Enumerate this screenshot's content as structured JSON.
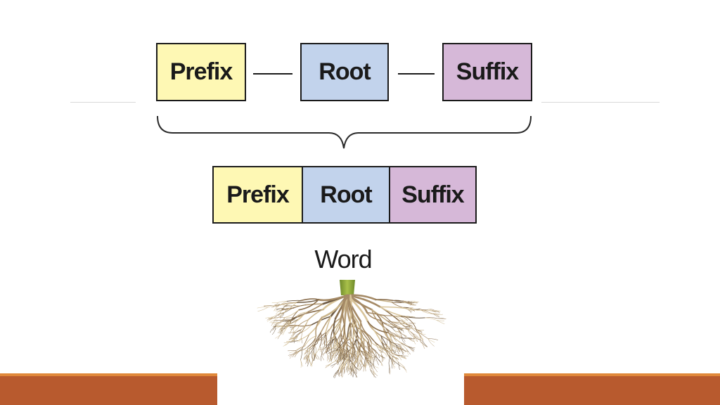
{
  "top_row": {
    "prefix": "Prefix",
    "root": "Root",
    "suffix": "Suffix"
  },
  "combined_row": {
    "prefix": "Prefix",
    "root": "Root",
    "suffix": "Suffix"
  },
  "word_label": "Word",
  "colors": {
    "prefix_fill": "#fef8b4",
    "root_fill": "#c2d3ec",
    "suffix_fill": "#d6b8d8",
    "footer_bar": "#b85a2e",
    "footer_accent": "#e0883a",
    "divider": "#d9d9d9"
  },
  "illustration": "plant-roots-icon"
}
